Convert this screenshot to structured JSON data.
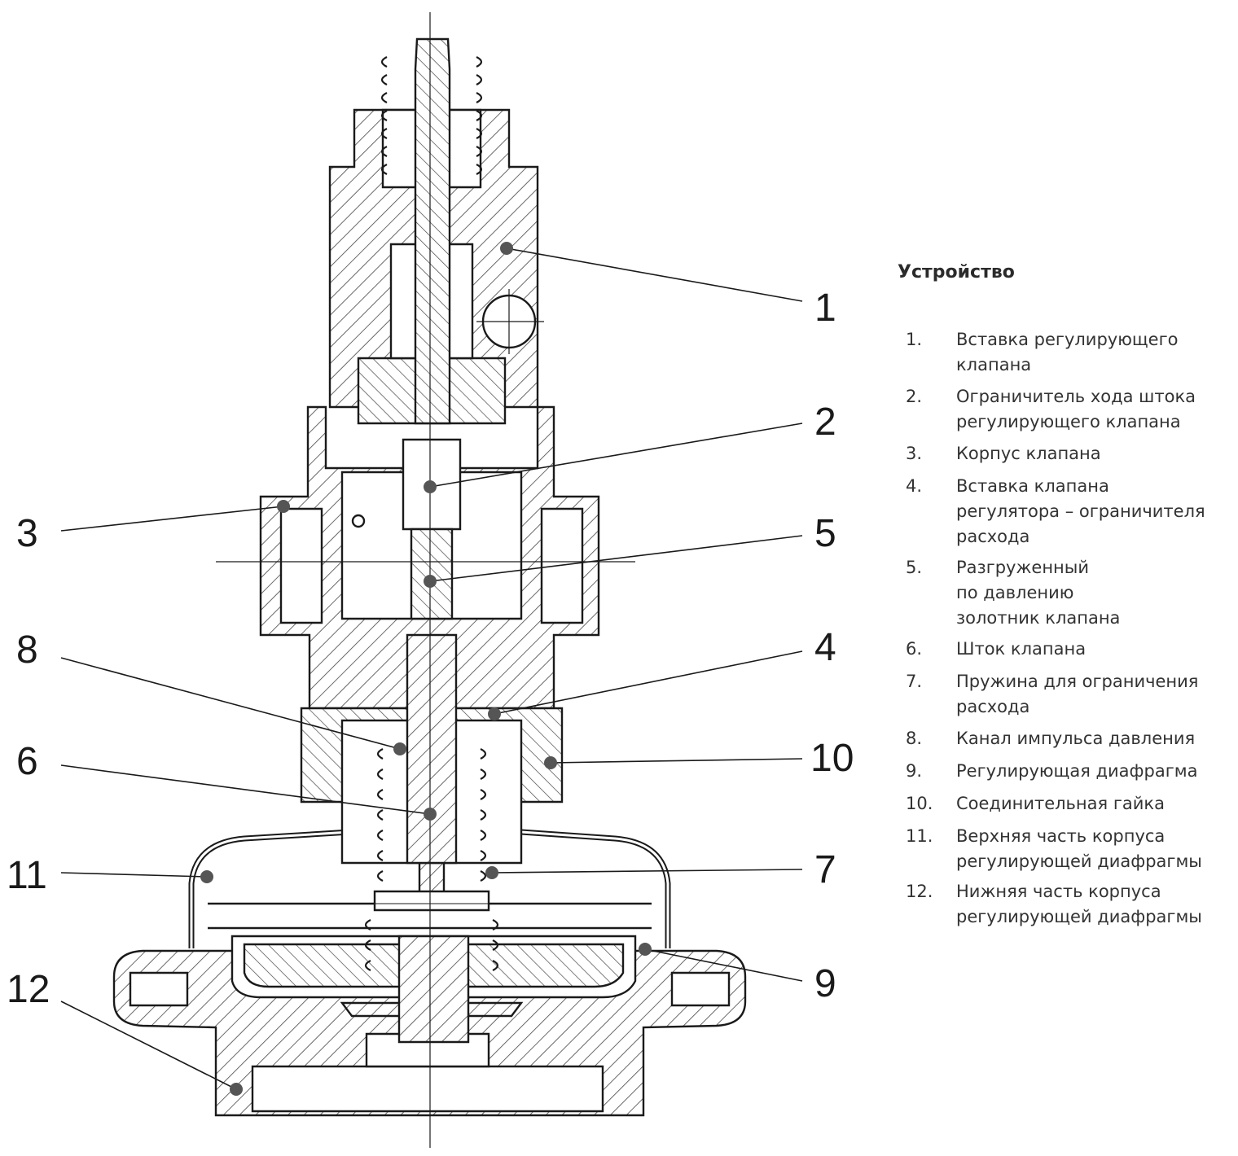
{
  "legend": {
    "title": "Устройство",
    "items": [
      {
        "num": "1.",
        "text": "Вставка регулирующего\nклапана"
      },
      {
        "num": "2.",
        "text": "Ограничитель хода штока\nрегулирующего клапана"
      },
      {
        "num": "3.",
        "text": "Корпус клапана"
      },
      {
        "num": "4.",
        "text": "Вставка клапана\nрегулятора – ограничителя\nрасхода"
      },
      {
        "num": "5.",
        "text": "Разгруженный\nпо давлению\nзолотник клапана"
      },
      {
        "num": "6.",
        "text": "Шток клапана"
      },
      {
        "num": "7.",
        "text": "Пружина для ограничения\nрасхода"
      },
      {
        "num": "8.",
        "text": "Канал импульса давления"
      },
      {
        "num": "9.",
        "text": "Регулирующая диафрагма"
      },
      {
        "num": "10.",
        "text": "Соединительная гайка"
      },
      {
        "num": "11.",
        "text": "Верхняя часть корпуса\nрегулирующей диафрагмы"
      },
      {
        "num": "12.",
        "text": "Нижняя часть корпуса\nрегулирующей диафрагмы"
      }
    ]
  },
  "callouts": [
    "1",
    "2",
    "3",
    "4",
    "5",
    "6",
    "7",
    "8",
    "9",
    "10",
    "11",
    "12"
  ],
  "colors": {
    "line": "#1a1a1a",
    "dot": "#555555",
    "background": "#ffffff"
  }
}
